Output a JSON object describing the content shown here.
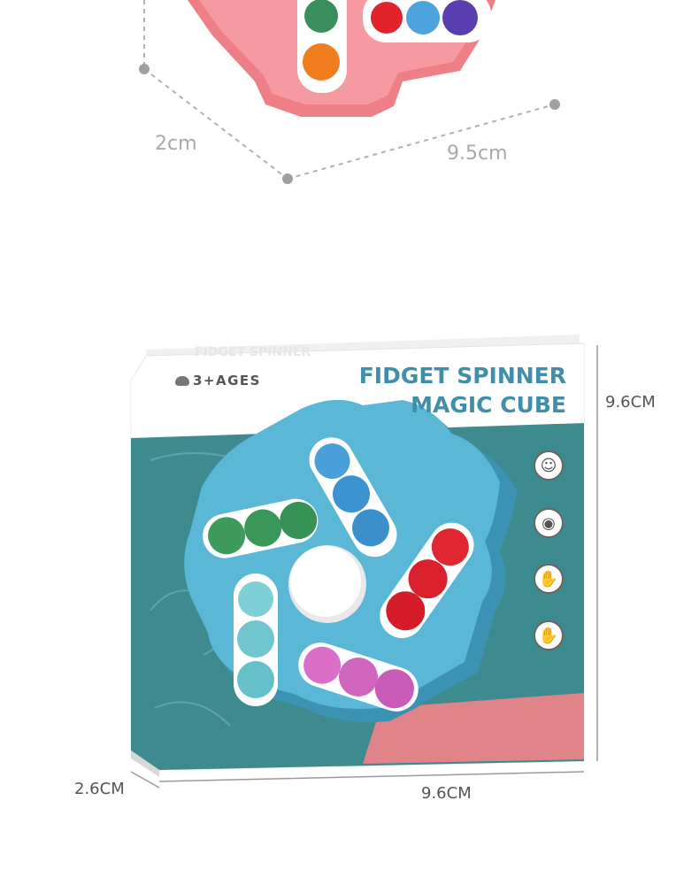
{
  "top_dimensions": {
    "depth_label": "2cm",
    "width_label": "9.5cm"
  },
  "box": {
    "age_label": "3+AGES",
    "title_line1": "FIDGET SPINNER",
    "title_line2": "MAGIC CUBE",
    "height_label": "9.6CM",
    "depth_label": "2.6CM",
    "width_label": "9.6CM",
    "feature_icons": [
      "face-icon",
      "eye-icon",
      "hand-brain-icon",
      "hand-icon"
    ]
  },
  "colors": {
    "pink_spinner": "#ef7f86",
    "blue_spinner": "#55b5d3",
    "box_teal": "#3d8b8f",
    "box_pink": "#e0848a",
    "title_blue": "#3f8fa8"
  }
}
